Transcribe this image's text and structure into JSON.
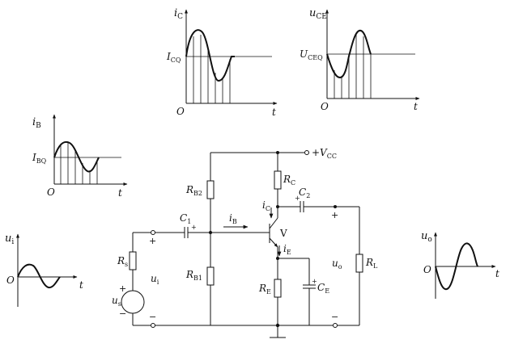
{
  "graphs": {
    "ic": {
      "ylabel": "i",
      "ysub": "C",
      "level_label": "I",
      "level_sub": "CQ",
      "origin": "O",
      "xlabel": "t"
    },
    "uce": {
      "ylabel": "u",
      "ysub": "CE",
      "level_label": "U",
      "level_sub": "CEQ",
      "origin": "O",
      "xlabel": "t"
    },
    "ib": {
      "ylabel": "i",
      "ysub": "B",
      "level_label": "I",
      "level_sub": "BQ",
      "origin": "O",
      "xlabel": "t"
    },
    "ui": {
      "ylabel": "u",
      "ysub": "i",
      "origin": "O",
      "xlabel": "t"
    },
    "uo": {
      "ylabel": "u",
      "ysub": "o",
      "origin": "O",
      "xlabel": "t"
    }
  },
  "circuit": {
    "vcc": {
      "prefix": "+V",
      "sub": "CC"
    },
    "rc": {
      "main": "R",
      "sub": "C"
    },
    "rb2": {
      "main": "R",
      "sub": "B2"
    },
    "rb1": {
      "main": "R",
      "sub": "B1"
    },
    "re": {
      "main": "R",
      "sub": "E"
    },
    "rs": {
      "main": "R",
      "sub": "s"
    },
    "rl": {
      "main": "R",
      "sub": "L"
    },
    "c1": {
      "main": "C",
      "sub": "1"
    },
    "c2": {
      "main": "C",
      "sub": "2"
    },
    "ce": {
      "main": "C",
      "sub": "E"
    },
    "ib": {
      "main": "i",
      "sub": "B"
    },
    "ic": {
      "main": "i",
      "sub": "C"
    },
    "ie": {
      "main": "i",
      "sub": "E"
    },
    "transistor": "V",
    "ui": {
      "main": "u",
      "sub": "i"
    },
    "us": {
      "main": "u",
      "sub": "s"
    },
    "uo": {
      "main": "u",
      "sub": "o"
    },
    "plus": "+",
    "minus": "−"
  }
}
